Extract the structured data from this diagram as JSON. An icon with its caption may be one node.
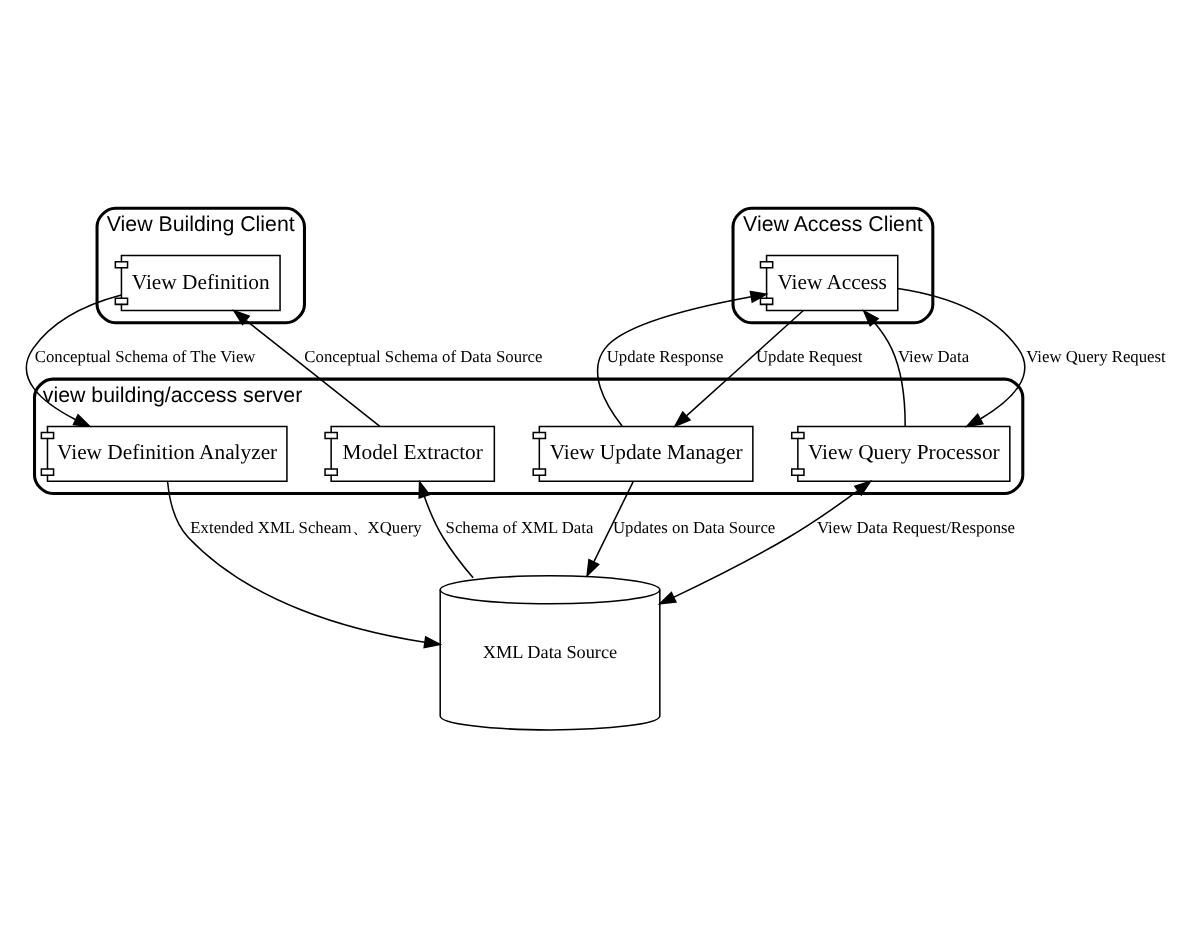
{
  "diagram": {
    "nodes": [
      {
        "text": [
          "View Building Client"
        ]
      },
      {
        "text": [
          "View Definition"
        ],
        "in": 0
      },
      {
        "text": [
          "View Access Client"
        ]
      },
      {
        "text": [
          "View Access"
        ],
        "in": 2
      },
      {
        "text": [
          "view building/access server"
        ]
      },
      {
        "text": [
          "View Definition Analyzer"
        ],
        "in": 4
      },
      {
        "text": [
          "Model Extractor"
        ],
        "in": 4
      },
      {
        "text": [
          "View Update Manager"
        ],
        "in": 4
      },
      {
        "text": [
          "View Query Processor"
        ],
        "in": 4
      },
      {
        "text": [
          "XML Data Source"
        ]
      }
    ],
    "edges": [
      {
        "from": 1,
        "to": 5,
        "arrow": "to",
        "label": "Conceptual Schema of The View"
      },
      {
        "from": 6,
        "to": 1,
        "arrow": "to",
        "label": "Conceptual Schema of Data Source"
      },
      {
        "from": 7,
        "to": 3,
        "arrow": "to",
        "label": "Update Response"
      },
      {
        "from": 3,
        "to": 7,
        "arrow": "to",
        "label": "Update Request"
      },
      {
        "from": 3,
        "to": 8,
        "arrow": "to",
        "label": "View Query Request"
      },
      {
        "from": 8,
        "to": 3,
        "arrow": "to",
        "label": "View Data"
      },
      {
        "from": 9,
        "to": 6,
        "arrow": "to",
        "label": "Schema of XML Data"
      },
      {
        "from": 5,
        "to": 9,
        "arrow": "to",
        "label": "Extended XML Scheam、XQuery"
      },
      {
        "from": 7,
        "to": 9,
        "arrow": "to",
        "label": "Updates on Data Source"
      },
      {
        "from": 8,
        "to": 9,
        "arrow": "both",
        "label": "View Data Request/Response"
      }
    ]
  }
}
